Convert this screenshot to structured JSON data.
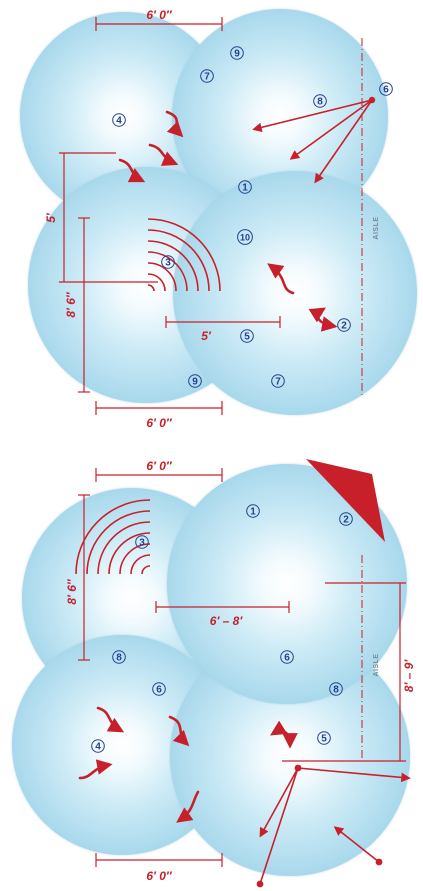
{
  "top_layout": {
    "dims": {
      "top_width": "6′ 0″",
      "bottom_width": "6′ 0″",
      "offset_vertical": "5′",
      "diameter_vertical": "8′ 6″",
      "offset_horizontal": "5′"
    },
    "aisle": "AISLE",
    "numbers": [
      "9",
      "7",
      "6",
      "8",
      "4",
      "1",
      "10",
      "3",
      "5",
      "2",
      "9",
      "7"
    ]
  },
  "bottom_layout": {
    "dims": {
      "top_width": "6′ 0″",
      "diameter_vertical": "8′ 6″",
      "spacing": "6′ – 8′",
      "aisle_distance": "8′ – 9′",
      "bottom_width": "6′ 0″"
    },
    "aisle": "AISLE",
    "numbers": [
      "1",
      "2",
      "3",
      "8",
      "6",
      "8",
      "6",
      "4",
      "5"
    ]
  },
  "colors": {
    "accent_red": "#c8202a",
    "label_blue": "#23408f",
    "zone_light": "#f4fbfe",
    "zone_dark": "#a8d8ec"
  }
}
